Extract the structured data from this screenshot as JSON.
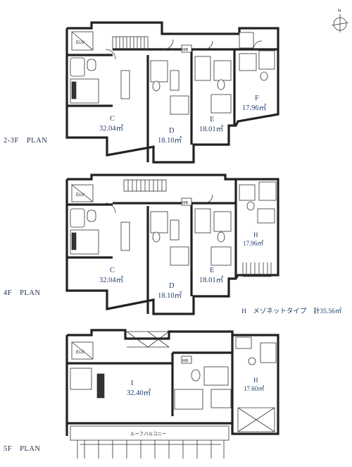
{
  "compass": {
    "label": "N"
  },
  "floors": [
    {
      "label": "2-3F　PLAN",
      "units": [
        {
          "name": "C",
          "area": "32.04㎡"
        },
        {
          "name": "D",
          "area": "18.10㎡"
        },
        {
          "name": "E",
          "area": "18.01㎡"
        },
        {
          "name": "F",
          "area": "17.96㎡"
        }
      ]
    },
    {
      "label": "4F　PLAN",
      "units": [
        {
          "name": "C",
          "area": "32.04㎡"
        },
        {
          "name": "D",
          "area": "18.10㎡"
        },
        {
          "name": "E",
          "area": "18.01㎡"
        },
        {
          "name": "H",
          "area": "17.96㎡"
        }
      ]
    },
    {
      "label": "5F　PLAN",
      "units": [
        {
          "name": "I",
          "area": "32.40㎡"
        },
        {
          "name": "H",
          "area": "17.60㎡"
        }
      ]
    }
  ],
  "fixtures": {
    "elevator": "ELV",
    "mb": "MB"
  },
  "note": "H　メゾネットタイプ　計35.56㎡",
  "roof_balcony": "ルーフバルコニー"
}
